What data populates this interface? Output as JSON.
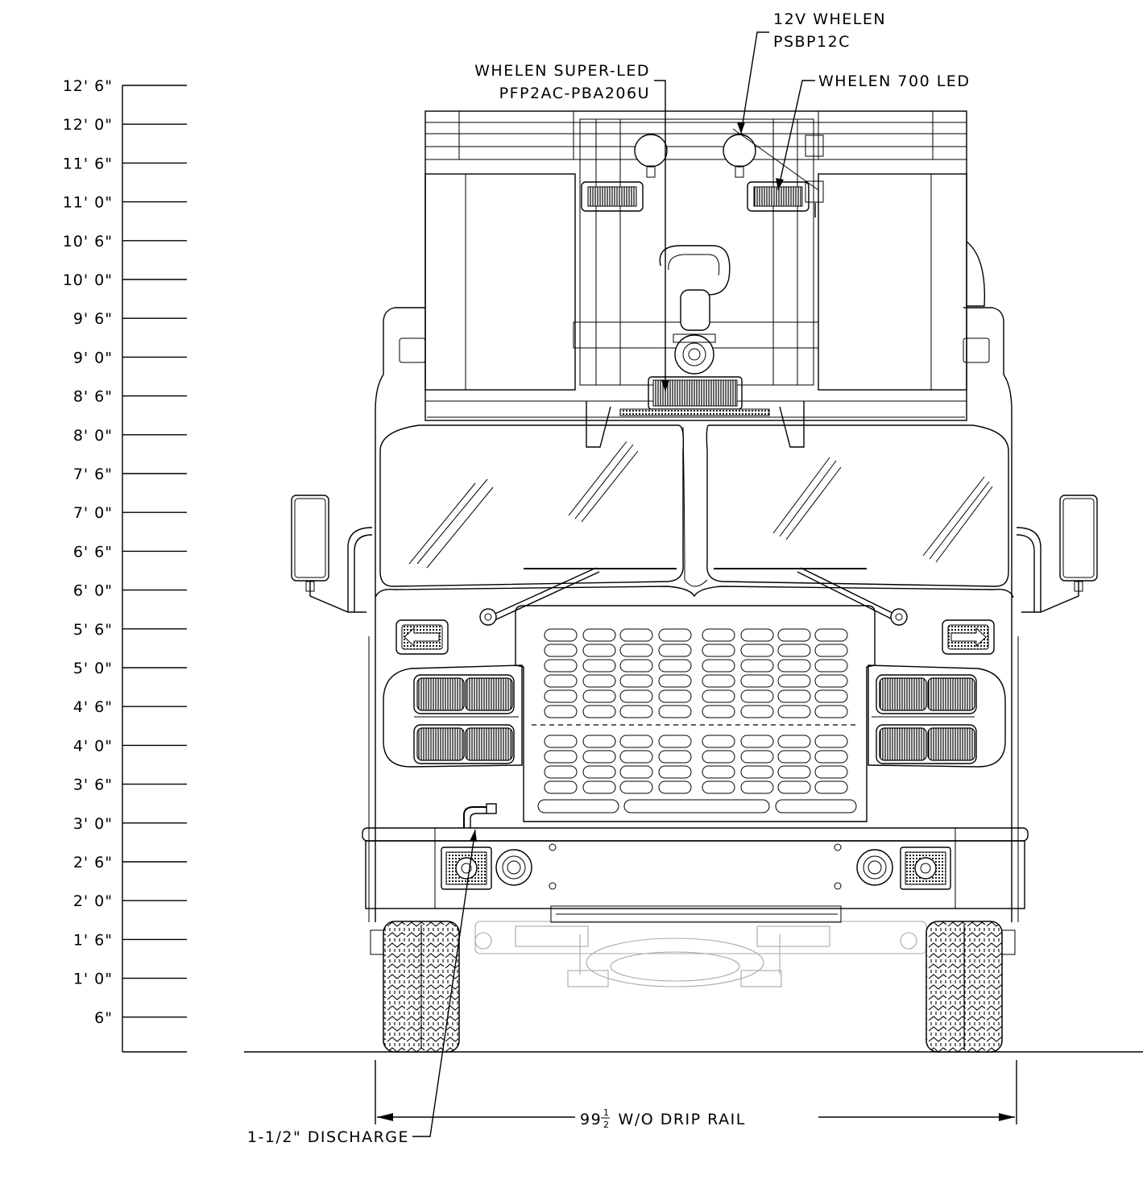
{
  "height_scale": {
    "labels": [
      "12' 6\"",
      "12' 0\"",
      "11' 6\"",
      "11' 0\"",
      "10' 6\"",
      "10' 0\"",
      "9' 6\"",
      "9' 0\"",
      "8' 6\"",
      "8' 0\"",
      "7' 6\"",
      "7' 0\"",
      "6' 6\"",
      "6' 0\"",
      "5' 6\"",
      "5' 0\"",
      "4' 6\"",
      "4' 0\"",
      "3' 6\"",
      "3' 0\"",
      "2' 6\"",
      "2' 0\"",
      "1' 6\"",
      "1' 0\"",
      "6\""
    ]
  },
  "callouts": {
    "top_light_line1": "12V WHELEN",
    "top_light_line2": "PSBP12C",
    "super_led_line1": "WHELEN SUPER-LED",
    "super_led_line2": "PFP2AC-PBA206U",
    "led700": "WHELEN 700 LED",
    "discharge": "1-1/2\" DISCHARGE"
  },
  "dimension": {
    "width_main": "99",
    "width_frac_num": "1",
    "width_frac_den": "2",
    "width_suffix": " W/O DRIP RAIL"
  }
}
